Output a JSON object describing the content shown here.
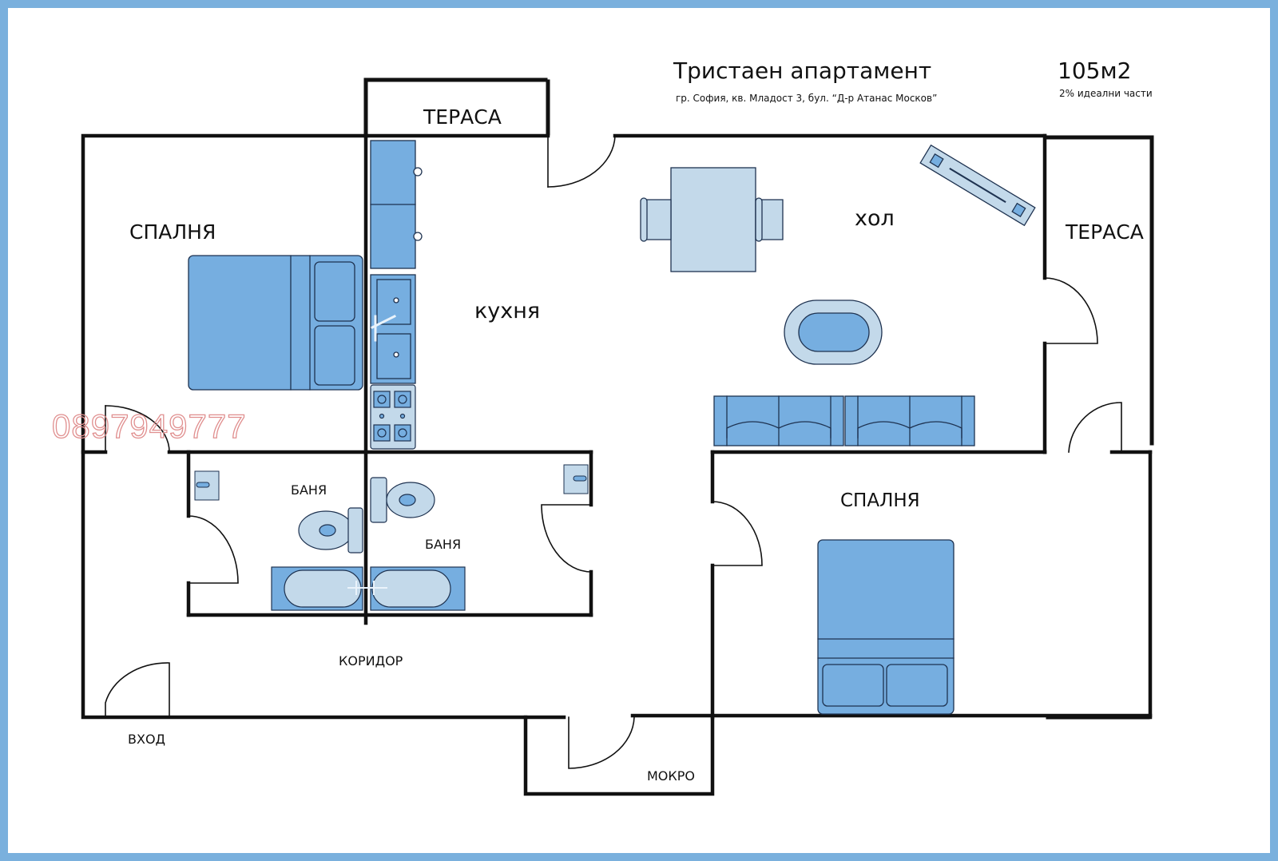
{
  "header": {
    "title": "Тристаен апартамент",
    "address": "гр. София, кв. Младост 3, бул. “Д-р Атанас Москов”",
    "area": "105м2",
    "share": "2% идеални части"
  },
  "rooms": {
    "terrace_top": "ТЕРАСА",
    "bedroom_left": "СПАЛНЯ",
    "kitchen": "кухня",
    "living_room": "хол",
    "terrace_right": "ТЕРАСА",
    "bathroom_left": "БАНЯ",
    "bathroom_right": "БАНЯ",
    "bedroom_right": "СПАЛНЯ",
    "corridor": "КОРИДОР",
    "entrance": "ВХОД",
    "wet_room": "МОКРО"
  },
  "watermark": "0897949777",
  "colors": {
    "furniture_fill": "#76aee0",
    "furniture_light": "#c3d9ea",
    "outline": "#1e3250",
    "wall": "#111111",
    "frame": "#7ab0dd",
    "watermark": "#e08f8f"
  }
}
